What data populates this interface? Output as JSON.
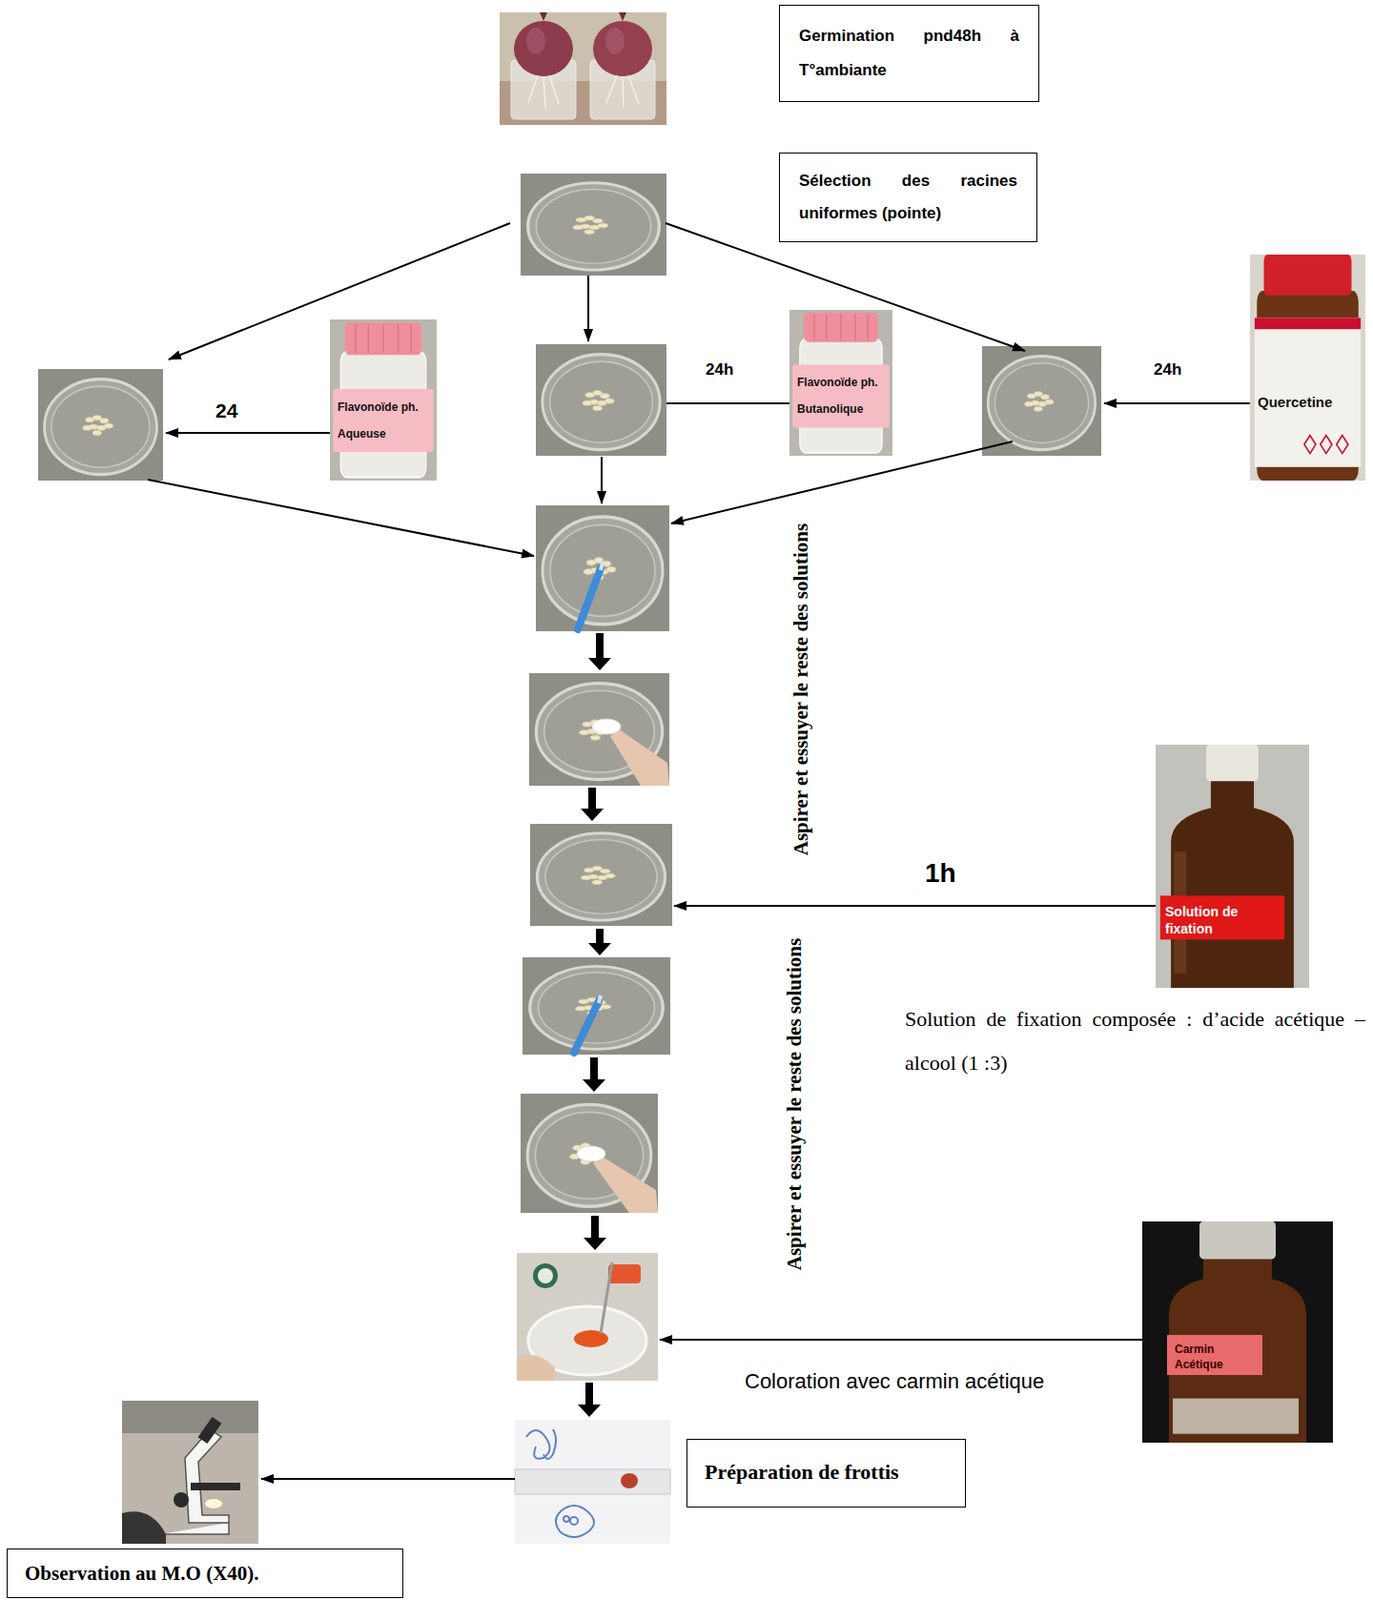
{
  "diagram": {
    "nodes": [
      {
        "text": [
          "Germination pnd48h à T°ambiante"
        ]
      },
      {
        "text": [
          "Sélection des racines uniformes (pointe)"
        ]
      },
      {
        "text": [
          "Flavonoïde ph. Aqueuse"
        ]
      },
      {
        "text": [
          "Flavonoïde ph. Butanolique"
        ]
      },
      {
        "text": [
          "Quercetine"
        ]
      },
      {
        "text": [
          "Solution de fixation"
        ]
      },
      {
        "text": [
          "Carmin Acétique"
        ]
      },
      {
        "text": [
          "Préparation de frottis"
        ]
      },
      {
        "text": [
          "Observation au M.O (X40)."
        ]
      }
    ],
    "labels": [
      "24",
      "24h",
      "24h",
      "Aspirer et essuyer le reste des solutions",
      "1h",
      "Solution de fixation composée : d’acide acétique –alcool (1 :3)",
      "Aspirer et essuyer le reste des solutions",
      "Coloration avec carmin acétique"
    ]
  }
}
